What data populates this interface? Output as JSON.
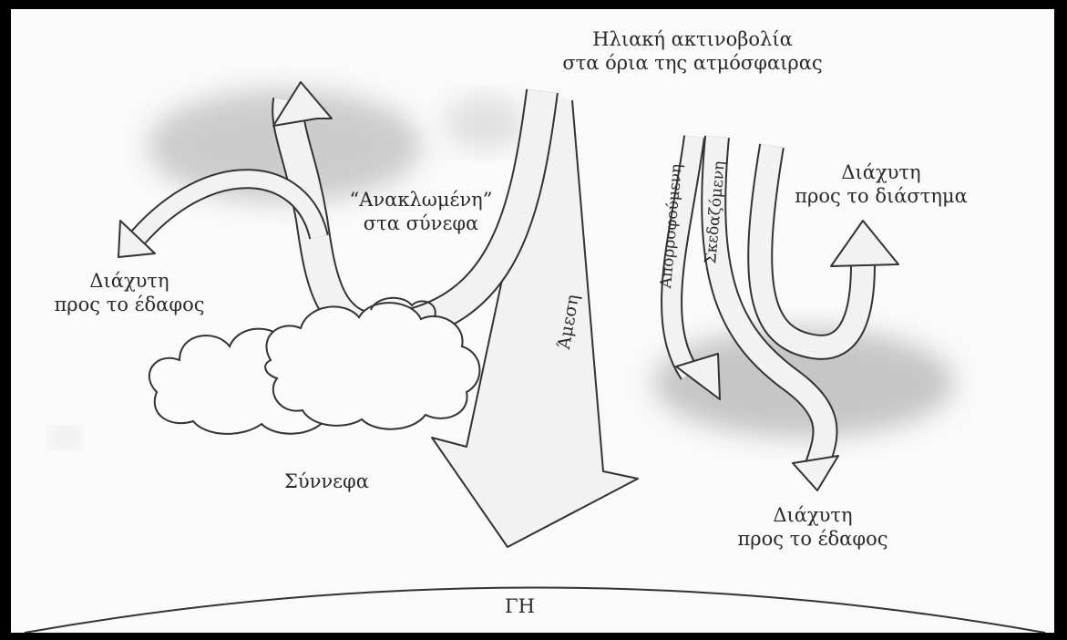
{
  "labels": {
    "solar_line1": "Ηλιακή ακτινοβολία",
    "solar_line2": "στα όρια της ατμόσφαιρας",
    "reflected_line1": "“Ανακλωμένη”",
    "reflected_line2": "στα σύνεφα",
    "diffuse_space_line1": "Διάχυτη",
    "diffuse_space_line2": "προς το διάστημα",
    "diffuse_ground_left_line1": "Διάχυτη",
    "diffuse_ground_left_line2": "προς το έδαφος",
    "absorbed": "Απορροφούμενη",
    "scattered": "Σκεδαζόμενη",
    "direct": "Άμεση",
    "clouds": "Σύννεφα",
    "diffuse_ground_right_line1": "Διάχυτη",
    "diffuse_ground_right_line2": "προς το έδαφος",
    "earth": "ΓΗ"
  },
  "colors": {
    "frame": "#000000",
    "background": "#fafafa",
    "arrow_fill": "#f2f2f2",
    "outline": "#333333",
    "shading": "#b9b9b9"
  }
}
